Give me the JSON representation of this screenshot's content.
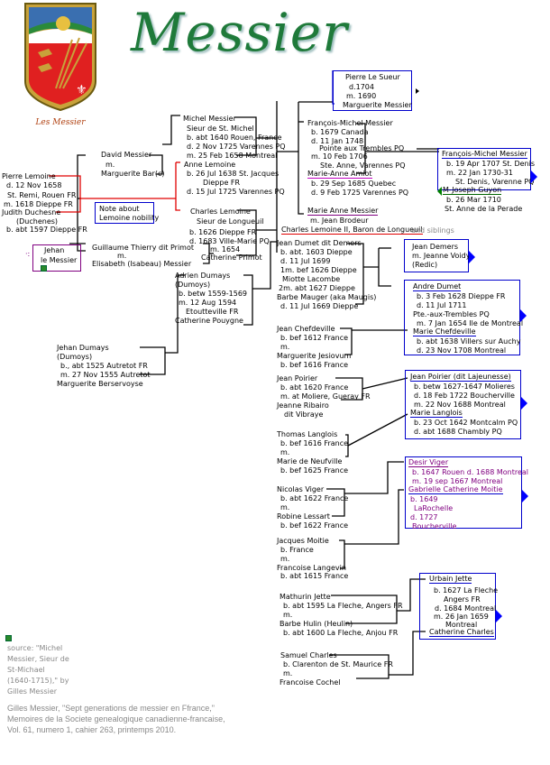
{
  "header": {
    "title": "Messier",
    "crest_label": "Les Messier"
  },
  "colors": {
    "box_border": "#0000cc",
    "purple_box": "#800080",
    "line_red": "#e00000",
    "title_green": "#1f7a3a",
    "source_text": "#888888"
  },
  "people": {
    "pierre_le_sueur": [
      "Pierre Le Sueur",
      "d.1704",
      "m. 1690",
      "Marguerite Messier"
    ],
    "michel_messier": [
      "Michel Messier",
      "Sieur de St. Michel",
      "b. abt 1640 Rouen, France",
      "d. 2 Nov 1725 Varennes PQ",
      "m. 25 Feb 1658 Montreal"
    ],
    "anne_lemoine": [
      "Anne Lemoine",
      "b. 26 Jul 1638 St. Jacques",
      "Dieppe FR",
      "d. 15 Jul 1725 Varennes PQ"
    ],
    "francois_michel_1679": [
      "François-Michel Messier",
      "b. 1679 Canada",
      "d. 11 Jan 1748",
      "Pointe aux Trembles PQ",
      "m. 10 Feb 1706",
      "Ste. Anne, Varennes PQ"
    ],
    "marie_anne_amiot": [
      "Marie-Anne Amiot",
      "b. 29 Sep 1685 Quebec",
      "d. 9 Feb 1725 Varennes PQ"
    ],
    "marie_anne_messier": [
      "Marie Anne Messier",
      "m. Jean Brodeur"
    ],
    "francois_michel_1707": [
      "François-Michel Messier",
      "b. 19 Apr 1707 St. Denis",
      "m. 22 Jan 1730-31",
      "St. Denis, Varenne PQ"
    ],
    "m_joseph_guyon": [
      "M-Joseph Guyon",
      "b. 26 Mar 1710",
      "St. Anne de la Perade"
    ],
    "david_messier": [
      "David Messier",
      "m.",
      "Marguerite Bar(c)"
    ],
    "pierre_lemoine": [
      "Pierre Lemoine",
      "d. 12 Nov 1658",
      "St. Remi, Rouen FR",
      "m. 1618 Dieppe FR",
      "Judith Duchesne",
      "(Duchenes)",
      "b. abt 1597 Dieppe FR"
    ],
    "note_nobility": [
      "Note about",
      "Lemoine nobility"
    ],
    "charles_lemoine": [
      "Charles Lemoine",
      "Sieur de Longueuil",
      "b. 1626 Dieppe FR",
      "d. 1683 Ville-Marie PQ",
      "m.  1654",
      "Catherine Primot"
    ],
    "charles_lemoine_ii": "Charles Lemoine II, Baron de Longueuil",
    "and_siblings": "and siblings",
    "jehan_le_messier": [
      "Jehan",
      "le Messier"
    ],
    "guillaume_thierry": [
      "Guillaume Thierry dit Primot",
      "m.",
      "Elisabeth (Isabeau) Messier"
    ],
    "adrien_dumays": [
      "Adrien Dumays",
      "(Dumoys)",
      "b. betw 1559-1569",
      "m. 12 Aug 1594",
      "Etoutteville FR",
      "Catherine Pouygne"
    ],
    "jehan_dumays": [
      "Jehan Dumays",
      "(Dumoys)",
      "b., abt 1525 Autretot FR",
      "m. 27 Nov 1555 Autretot",
      "Marguerite Berservoyse"
    ],
    "jean_dumet": [
      "Jean Dumet dit Demers",
      "b. abt. 1603 Dieppe",
      "d. 11 Jul 1699",
      "1m. bef 1626 Dieppe",
      "Miotte Lacombe",
      "2m. abt 1627 Dieppe",
      "Barbe Mauger (aka Maugis)",
      "d. 11 Jul 1669 Dieppe"
    ],
    "jean_demers": [
      "Jean Demers",
      "m. Jeanne Voidy",
      "(Redic)"
    ],
    "andre_dumet": [
      "Andre Dumet",
      "b. 3 Feb 1628 Dieppe FR",
      "d. 11 Jul 1711",
      "Pte.-aux-Trembles PQ",
      "m. 7 Jan 1654 Ile de Montreal"
    ],
    "marie_chefdeville": [
      "Marie Chefdeville",
      "b. abt 1638 Villers sur Auchy",
      "d. 23 Nov 1708 Montreal"
    ],
    "jean_chefdeville": [
      "Jean Chefdeville",
      "b. bef 1612 France",
      "m.",
      "Marguerite Jesiovum",
      "b. bef 1616 France"
    ],
    "jean_poirier": [
      "Jean Poirier",
      "b. abt 1620 France",
      "m.  at Moliere, Gueray FR",
      "Jeanne Ribairo",
      "dit Vibraye"
    ],
    "jean_poirier_lajeunesse": [
      "Jean Poirier (dit Lajeunesse)",
      "b. betw 1627-1647 Molieres",
      "d. 18 Feb 1722 Boucherville",
      "m. 22 Nov 1688 Montreal"
    ],
    "marie_langlois": [
      "Marie Langlois",
      "b. 23 Oct 1642 Montcalm PQ",
      "d. abt 1688 Chambly PQ"
    ],
    "thomas_langlois": [
      "Thomas Langlois",
      "b. bef 1616 France",
      "m.",
      "Marie de Neufville",
      "b. bef 1625 France"
    ],
    "desir_viger": [
      "Desir Viger",
      "b. 1647 Rouen  d. 1688 Montreal",
      "m. 19 sep 1667 Montreal"
    ],
    "gabrielle_moitie": [
      "Gabrielle Catherine Moitie",
      "b. 1649",
      "LaRochelle",
      "d. 1727",
      "Boucherville"
    ],
    "nicolas_viger": [
      "Nicolas Viger",
      "b. abt 1622 France",
      "m.",
      "Robine Lessart",
      "b. bef 1622 France"
    ],
    "jacques_moitie": [
      "Jacques Moitie",
      "b.  France",
      "m.",
      "Francoise Langevin",
      "b. abt 1615 France"
    ],
    "urbain_jette": [
      "Urbain Jette",
      "b. 1627 La Fleche",
      "Angers FR",
      "d. 1684 Montreal",
      "m.  26 Jan 1659",
      "Montreal",
      "Catherine Charles"
    ],
    "mathurin_jette": [
      "Mathurin Jette",
      "b. abt 1595 La Fleche, Angers FR",
      "m.",
      "Barbe Hulin (Heulin)",
      "b. abt 1600 La Fleche, Anjou FR"
    ],
    "samuel_charles": [
      "Samuel Charles",
      "b. Clarenton de St. Maurice FR",
      "m.",
      "Francoise Cochel"
    ]
  },
  "source": [
    "source: \"Michel",
    "Messier, Sieur de",
    "St-Michael",
    "(1640-1715),\" by",
    "Gilles Messier"
  ],
  "citation": [
    "Gilles Messier,  \"Sept generations de messier en Ffrance,\"",
    "Memoires de la Societe genealogique canadienne-francaise,",
    "Vol. 61, numero 1, cahier 263, printemps 2010."
  ]
}
